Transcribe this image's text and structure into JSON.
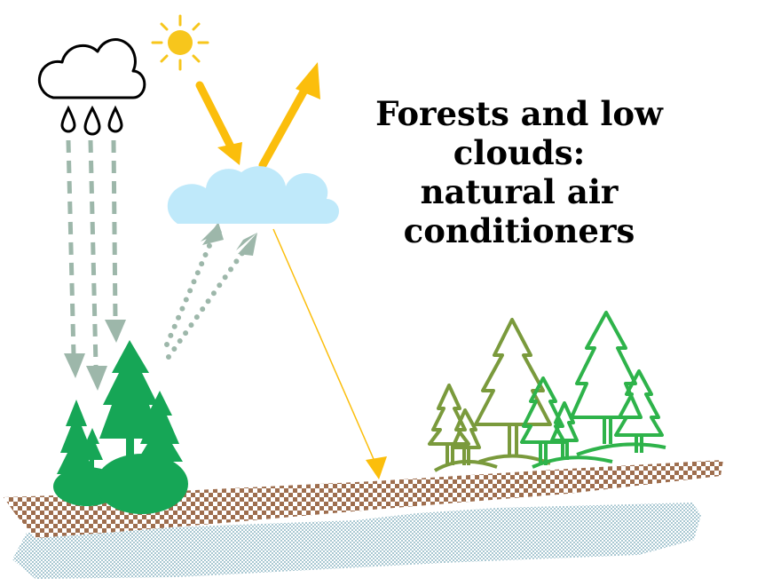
{
  "title_lines": [
    "Forests and low",
    "clouds:",
    "natural air",
    "conditioners"
  ],
  "colors": {
    "sun": "#F7C61C",
    "sun_arrow": "#FBBE0C",
    "rain_cloud_outline": "#000000",
    "low_cloud": "#BFE9FA",
    "rain_arrows": "#9DB7AA",
    "dense_forest": "#16A656",
    "sparse_forest": "#7A9A3C",
    "sparse_forest_bright": "#2EB34A",
    "soil": "#A07050",
    "water": "#B7D2DA"
  }
}
